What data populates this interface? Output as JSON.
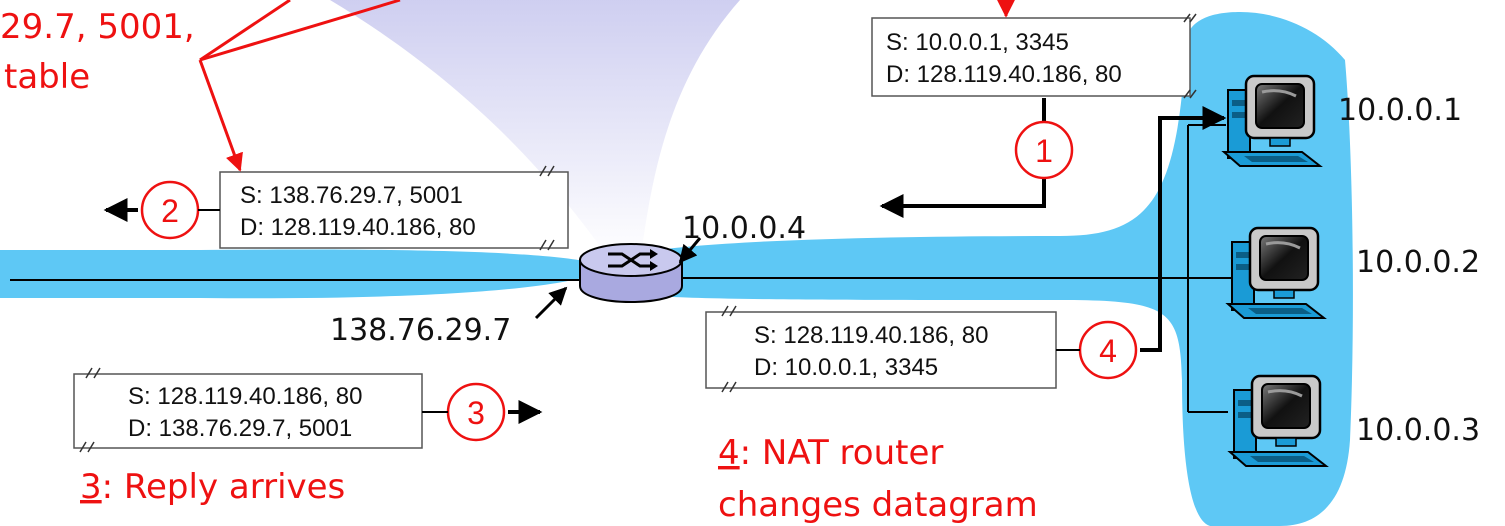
{
  "colors": {
    "lan_blue": "#5ec8f5",
    "annotation_red": "#ee1111",
    "router_fill": "#c9c9ee"
  },
  "top_annotation": {
    "line1": "29.7, 5001,",
    "line2": "table"
  },
  "datagrams": {
    "d1": {
      "src": "S: 10.0.0.1, 3345",
      "dst": "D: 128.119.40.186, 80"
    },
    "d2": {
      "src": "S: 138.76.29.7, 5001",
      "dst": "D: 128.119.40.186, 80"
    },
    "d3": {
      "src": "S: 128.119.40.186, 80",
      "dst": "D: 138.76.29.7, 5001"
    },
    "d4": {
      "src": "S: 128.119.40.186, 80",
      "dst": "D: 10.0.0.1, 3345"
    }
  },
  "steps": {
    "s1": "1",
    "s2": "2",
    "s3": "3",
    "s4": "4"
  },
  "addresses": {
    "router_lan": "10.0.0.4",
    "router_wan": "138.76.29.7",
    "host1": "10.0.0.1",
    "host2": "10.0.0.2",
    "host3": "10.0.0.3"
  },
  "captions": {
    "step3": {
      "num": "3",
      "text": ": Reply arrives"
    },
    "step4": {
      "num": "4",
      "text": ": NAT router",
      "line2": "changes datagram"
    }
  },
  "icons": {
    "router": "router-icon",
    "computer": "desktop-computer-icon"
  }
}
